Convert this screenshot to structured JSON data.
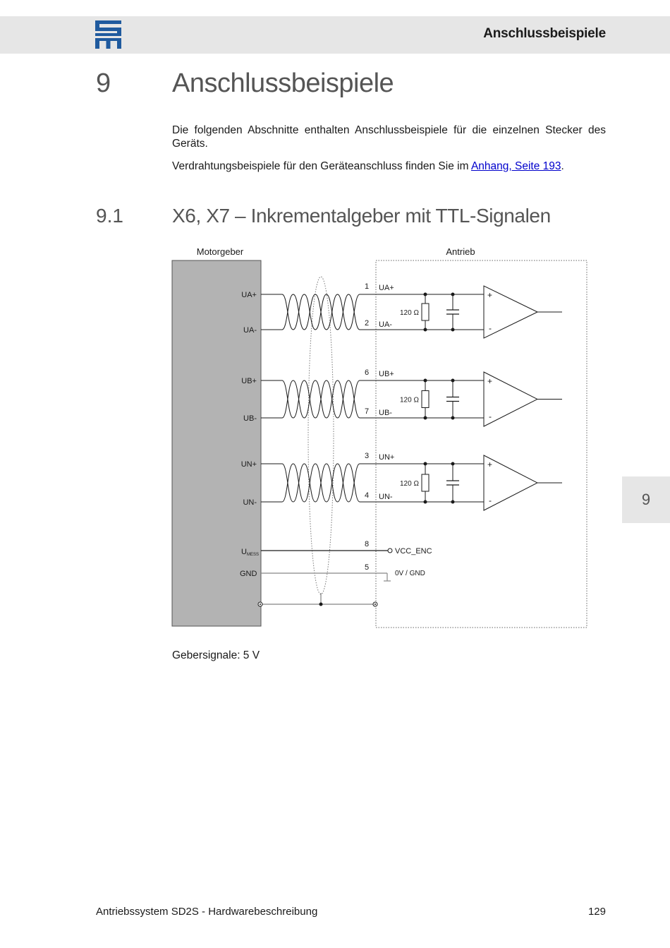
{
  "header": {
    "title": "Anschlussbeispiele",
    "brand_color": "#1f5a9e"
  },
  "chapter": {
    "number": "9",
    "title": "Anschlussbeispiele"
  },
  "intro": {
    "paragraph1": "Die folgenden Abschnitte enthalten Anschlussbeispiele für die einzelnen Stecker des Geräts.",
    "paragraph2_prefix": "Verdrahtungsbeispiele für den Geräteanschluss finden Sie im ",
    "paragraph2_link": "Anhang, Seite 193",
    "paragraph2_suffix": "."
  },
  "section": {
    "number": "9.1",
    "title": "X6, X7 – Inkrementalgeber mit TTL-Signalen"
  },
  "diagram": {
    "label_left": "Motorgeber",
    "label_right": "Antrieb",
    "channels": [
      {
        "sig_pos": "UA+",
        "sig_neg": "UA-",
        "pin_pos": "1",
        "pin_neg": "2",
        "term_pos": "UA+",
        "term_neg": "UA-",
        "resistor": "120 Ω"
      },
      {
        "sig_pos": "UB+",
        "sig_neg": "UB-",
        "pin_pos": "6",
        "pin_neg": "7",
        "term_pos": "UB+",
        "term_neg": "UB-",
        "resistor": "120 Ω"
      },
      {
        "sig_pos": "UN+",
        "sig_neg": "UN-",
        "pin_pos": "3",
        "pin_neg": "4",
        "term_pos": "UN+",
        "term_neg": "UN-",
        "resistor": "120 Ω"
      }
    ],
    "opamp_plus": "+",
    "opamp_minus": "-",
    "umess_main": "U",
    "umess_sub": "MESS",
    "umess_pin": "8",
    "umess_term": "VCC_ENC",
    "gnd_label": "GND",
    "gnd_pin": "5",
    "gnd_term": "0V / GND"
  },
  "caption": "Gebersignale: 5 V",
  "side_tab": "9",
  "footer": {
    "left": "Antriebssystem SD2S - Hardwarebeschreibung",
    "page": "129"
  }
}
